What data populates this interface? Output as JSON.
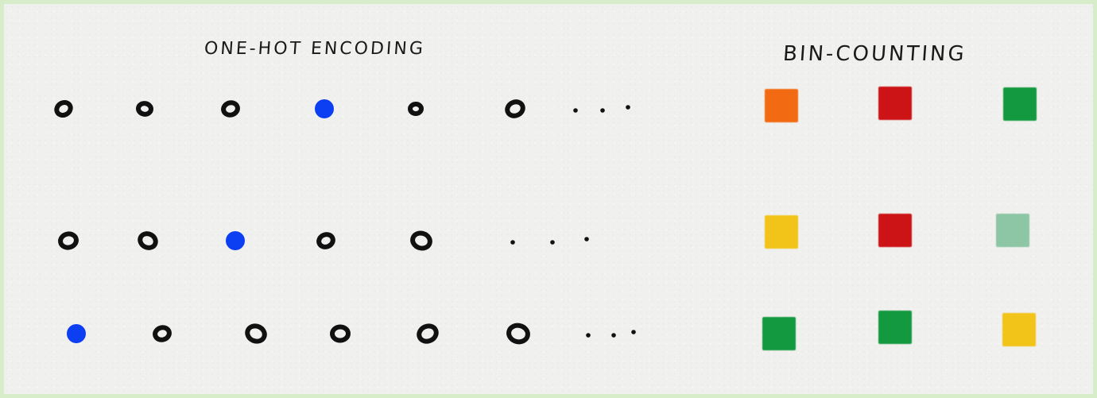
{
  "headings": {
    "one_hot": "ONE-HOT ENCODING",
    "bin_counting": "BIN-COUNTING"
  },
  "colors": {
    "ink": "#111111",
    "hot_dot": "#0d3ff2",
    "orange": "#f26a12",
    "red": "#cc1316",
    "green": "#13993f",
    "yellow": "#f2c41a",
    "mint": "#8cc6a5"
  },
  "one_hot_rows": [
    {
      "cells": [
        "ring",
        "ring",
        "ring",
        "hot",
        "ring",
        "ring"
      ],
      "ellipsis": true
    },
    {
      "cells": [
        "ring",
        "ring",
        "hot",
        "ring",
        "ring"
      ],
      "ellipsis": true
    },
    {
      "cells": [
        "hot",
        "ring",
        "ring",
        "ring",
        "ring",
        "ring"
      ],
      "ellipsis": true
    }
  ],
  "bin_rows": [
    [
      "orange",
      "red",
      "green"
    ],
    [
      "yellow",
      "red",
      "mint"
    ],
    [
      "green",
      "green",
      "yellow"
    ]
  ]
}
